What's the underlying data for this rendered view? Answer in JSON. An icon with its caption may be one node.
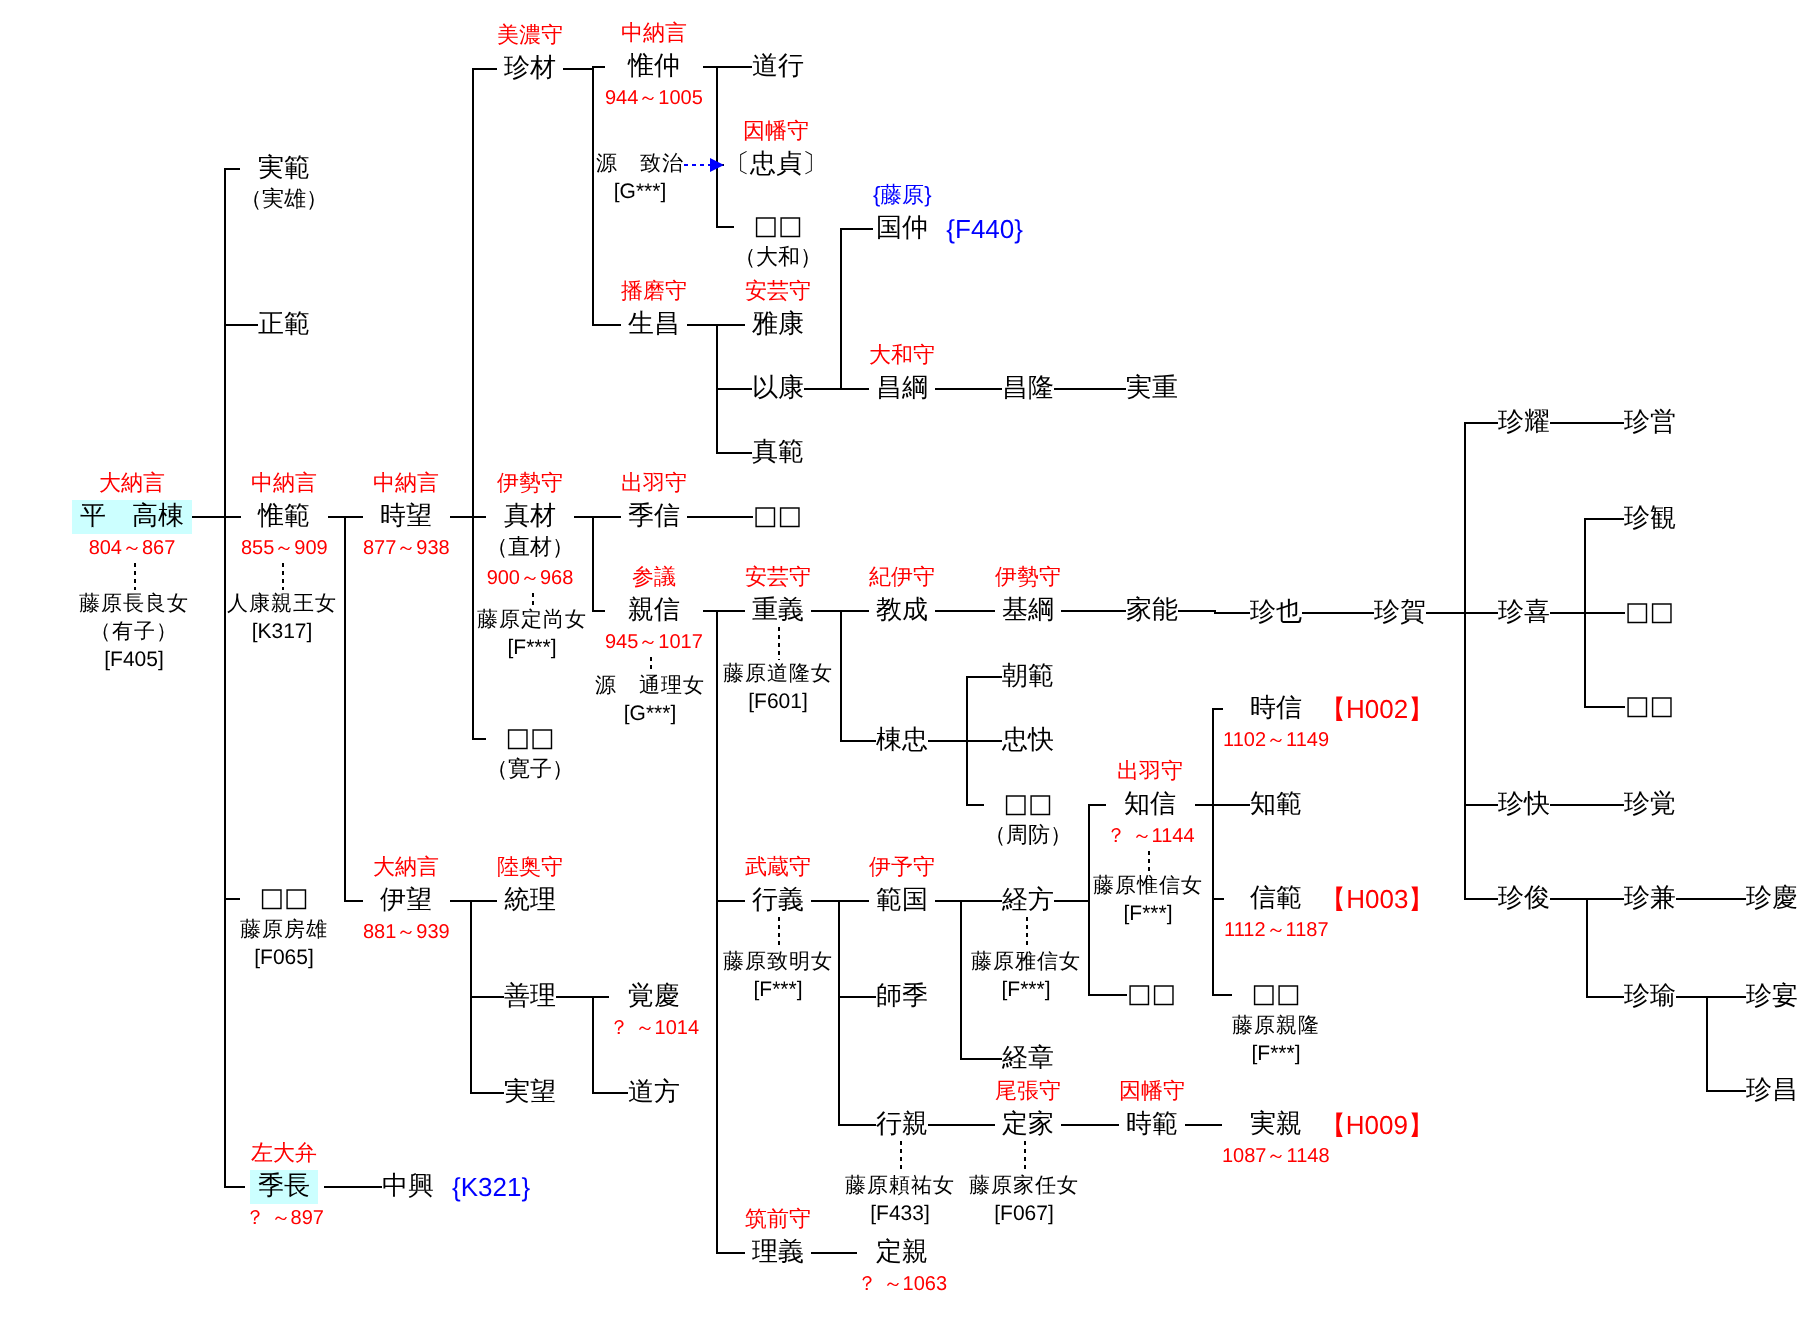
{
  "diagram": {
    "nodes": [
      {
        "text": [
          "大納言",
          "平　高棟",
          "804～867"
        ]
      },
      {
        "text": [
          "藤原長良女",
          "（有子）",
          "[F405]"
        ]
      },
      {
        "text": [
          "実範",
          "（実雄）"
        ]
      },
      {
        "text": [
          "正範"
        ]
      },
      {
        "text": [
          "中納言",
          "惟範",
          "855～909"
        ]
      },
      {
        "text": [
          "人康親王女",
          "[K317]"
        ]
      },
      {
        "text": [
          "中納言",
          "時望",
          "877～938"
        ]
      },
      {
        "text": [
          "美濃守",
          "珍材"
        ]
      },
      {
        "text": [
          "中納言",
          "惟仲",
          "944～1005"
        ]
      },
      {
        "text": [
          "道行"
        ]
      },
      {
        "text": [
          "源　致治",
          "[G***]"
        ]
      },
      {
        "text": [
          "因幡守",
          "〔忠貞〕"
        ]
      },
      {
        "text": [
          "□□",
          "（大和）"
        ]
      },
      {
        "text": [
          "播磨守",
          "生昌"
        ]
      },
      {
        "text": [
          "安芸守",
          "雅康"
        ]
      },
      {
        "text": [
          "以康"
        ]
      },
      {
        "text": [
          "{藤原}",
          "国仲"
        ],
        "beside": [
          "{F440}"
        ]
      },
      {
        "text": [
          "大和守",
          "昌綱"
        ]
      },
      {
        "text": [
          "昌隆"
        ]
      },
      {
        "text": [
          "実重"
        ]
      },
      {
        "text": [
          "真範"
        ]
      },
      {
        "text": [
          "伊勢守",
          "真材",
          "（直材）",
          "900～968"
        ]
      },
      {
        "text": [
          "藤原定尚女",
          "[F***]"
        ]
      },
      {
        "text": [
          "出羽守",
          "季信"
        ]
      },
      {
        "text": [
          "□□"
        ]
      },
      {
        "text": [
          "参議",
          "親信",
          "945～1017"
        ]
      },
      {
        "text": [
          "源　通理女",
          "[G***]"
        ]
      },
      {
        "text": [
          "安芸守",
          "重義"
        ]
      },
      {
        "text": [
          "藤原道隆女",
          "[F601]"
        ]
      },
      {
        "text": [
          "紀伊守",
          "教成"
        ]
      },
      {
        "text": [
          "伊勢守",
          "基綱"
        ]
      },
      {
        "text": [
          "家能"
        ]
      },
      {
        "text": [
          "珍也"
        ]
      },
      {
        "text": [
          "珍賀"
        ]
      },
      {
        "text": [
          "珍耀"
        ]
      },
      {
        "text": [
          "珍営"
        ]
      },
      {
        "text": [
          "珍喜"
        ]
      },
      {
        "text": [
          "珍観"
        ]
      },
      {
        "text": [
          "□□"
        ]
      },
      {
        "text": [
          "□□"
        ]
      },
      {
        "text": [
          "珍快"
        ]
      },
      {
        "text": [
          "珍覚"
        ]
      },
      {
        "text": [
          "珍俊"
        ]
      },
      {
        "text": [
          "珍兼"
        ]
      },
      {
        "text": [
          "珍慶"
        ]
      },
      {
        "text": [
          "珍瑜"
        ]
      },
      {
        "text": [
          "珍宴"
        ]
      },
      {
        "text": [
          "珍昌"
        ]
      },
      {
        "text": [
          "棟忠"
        ]
      },
      {
        "text": [
          "朝範"
        ]
      },
      {
        "text": [
          "忠快"
        ]
      },
      {
        "text": [
          "□□",
          "（周防）"
        ]
      },
      {
        "text": [
          "武蔵守",
          "行義"
        ]
      },
      {
        "text": [
          "藤原致明女",
          "[F***]"
        ]
      },
      {
        "text": [
          "伊予守",
          "範国"
        ]
      },
      {
        "text": [
          "経方"
        ]
      },
      {
        "text": [
          "藤原雅信女",
          "[F***]"
        ]
      },
      {
        "text": [
          "出羽守",
          "知信",
          "？ ～1144"
        ]
      },
      {
        "text": [
          "藤原惟信女",
          "[F***]"
        ]
      },
      {
        "text": [
          "時信",
          "1102～1149"
        ],
        "beside": [
          "【H002】"
        ]
      },
      {
        "text": [
          "知範"
        ]
      },
      {
        "text": [
          "信範",
          "1112～1187"
        ],
        "beside": [
          "【H003】"
        ]
      },
      {
        "text": [
          "□□",
          "藤原親隆",
          "[F***]"
        ]
      },
      {
        "text": [
          "□□"
        ]
      },
      {
        "text": [
          "経章"
        ]
      },
      {
        "text": [
          "師季"
        ]
      },
      {
        "text": [
          "行親"
        ]
      },
      {
        "text": [
          "藤原頼祐女",
          "[F433]"
        ]
      },
      {
        "text": [
          "尾張守",
          "定家"
        ]
      },
      {
        "text": [
          "藤原家任女",
          "[F067]"
        ]
      },
      {
        "text": [
          "因幡守",
          "時範"
        ]
      },
      {
        "text": [
          "実親",
          "1087～1148"
        ],
        "beside": [
          "【H009】"
        ]
      },
      {
        "text": [
          "筑前守",
          "理義"
        ]
      },
      {
        "text": [
          "定親",
          "？ ～1063"
        ]
      },
      {
        "text": [
          "□□",
          "（寛子）"
        ]
      },
      {
        "text": [
          "大納言",
          "伊望",
          "881～939"
        ]
      },
      {
        "text": [
          "陸奥守",
          "統理"
        ]
      },
      {
        "text": [
          "善理"
        ]
      },
      {
        "text": [
          "覚慶",
          "？ ～1014"
        ]
      },
      {
        "text": [
          "道方"
        ]
      },
      {
        "text": [
          "実望"
        ]
      },
      {
        "text": [
          "□□",
          "藤原房雄",
          "[F065]"
        ]
      },
      {
        "text": [
          "左大弁",
          "季長",
          "？ ～897"
        ]
      },
      {
        "text": [
          "中興"
        ],
        "beside": [
          "{K321}"
        ]
      }
    ],
    "edges": [
      {
        "from": 0,
        "to": 1,
        "arrow": "none",
        "style": "dashed"
      },
      {
        "from": 0,
        "to": 2,
        "arrow": "none"
      },
      {
        "from": 0,
        "to": 3,
        "arrow": "none"
      },
      {
        "from": 0,
        "to": 4,
        "arrow": "none"
      },
      {
        "from": 0,
        "to": 81,
        "arrow": "none"
      },
      {
        "from": 0,
        "to": 82,
        "arrow": "none"
      },
      {
        "from": 4,
        "to": 5,
        "arrow": "none",
        "style": "dashed"
      },
      {
        "from": 4,
        "to": 6,
        "arrow": "none"
      },
      {
        "from": 4,
        "to": 75,
        "arrow": "none"
      },
      {
        "from": 6,
        "to": 7,
        "arrow": "none"
      },
      {
        "from": 6,
        "to": 21,
        "arrow": "none"
      },
      {
        "from": 6,
        "to": 74,
        "arrow": "none"
      },
      {
        "from": 7,
        "to": 8,
        "arrow": "none"
      },
      {
        "from": 7,
        "to": 13,
        "arrow": "none"
      },
      {
        "from": 8,
        "to": 9,
        "arrow": "none"
      },
      {
        "from": 8,
        "to": 11,
        "arrow": "none"
      },
      {
        "from": 8,
        "to": 12,
        "arrow": "none"
      },
      {
        "from": 10,
        "to": 11,
        "arrow": "to",
        "style": "dashed",
        "color": "#0000ff"
      },
      {
        "from": 13,
        "to": 14,
        "arrow": "none"
      },
      {
        "from": 13,
        "to": 15,
        "arrow": "none"
      },
      {
        "from": 13,
        "to": 20,
        "arrow": "none"
      },
      {
        "from": 15,
        "to": 16,
        "arrow": "none"
      },
      {
        "from": 15,
        "to": 17,
        "arrow": "none"
      },
      {
        "from": 17,
        "to": 18,
        "arrow": "none"
      },
      {
        "from": 18,
        "to": 19,
        "arrow": "none"
      },
      {
        "from": 21,
        "to": 22,
        "arrow": "none",
        "style": "dashed"
      },
      {
        "from": 21,
        "to": 23,
        "arrow": "none"
      },
      {
        "from": 21,
        "to": 25,
        "arrow": "none"
      },
      {
        "from": 23,
        "to": 24,
        "arrow": "none"
      },
      {
        "from": 25,
        "to": 26,
        "arrow": "none",
        "style": "dashed"
      },
      {
        "from": 25,
        "to": 27,
        "arrow": "none"
      },
      {
        "from": 25,
        "to": 52,
        "arrow": "none"
      },
      {
        "from": 25,
        "to": 72,
        "arrow": "none"
      },
      {
        "from": 27,
        "to": 28,
        "arrow": "none",
        "style": "dashed"
      },
      {
        "from": 27,
        "to": 29,
        "arrow": "none"
      },
      {
        "from": 27,
        "to": 48,
        "arrow": "none"
      },
      {
        "from": 29,
        "to": 30,
        "arrow": "none"
      },
      {
        "from": 30,
        "to": 31,
        "arrow": "none"
      },
      {
        "from": 31,
        "to": 32,
        "arrow": "none"
      },
      {
        "from": 32,
        "to": 33,
        "arrow": "none"
      },
      {
        "from": 33,
        "to": 34,
        "arrow": "none"
      },
      {
        "from": 33,
        "to": 36,
        "arrow": "none"
      },
      {
        "from": 33,
        "to": 40,
        "arrow": "none"
      },
      {
        "from": 33,
        "to": 42,
        "arrow": "none"
      },
      {
        "from": 34,
        "to": 35,
        "arrow": "none"
      },
      {
        "from": 36,
        "to": 37,
        "arrow": "none"
      },
      {
        "from": 36,
        "to": 38,
        "arrow": "none"
      },
      {
        "from": 36,
        "to": 39,
        "arrow": "none"
      },
      {
        "from": 40,
        "to": 41,
        "arrow": "none"
      },
      {
        "from": 42,
        "to": 43,
        "arrow": "none"
      },
      {
        "from": 42,
        "to": 45,
        "arrow": "none"
      },
      {
        "from": 43,
        "to": 44,
        "arrow": "none"
      },
      {
        "from": 45,
        "to": 46,
        "arrow": "none"
      },
      {
        "from": 45,
        "to": 47,
        "arrow": "none"
      },
      {
        "from": 48,
        "to": 49,
        "arrow": "none"
      },
      {
        "from": 48,
        "to": 50,
        "arrow": "none"
      },
      {
        "from": 48,
        "to": 51,
        "arrow": "none"
      },
      {
        "from": 52,
        "to": 53,
        "arrow": "none",
        "style": "dashed"
      },
      {
        "from": 52,
        "to": 54,
        "arrow": "none"
      },
      {
        "from": 52,
        "to": 65,
        "arrow": "none"
      },
      {
        "from": 52,
        "to": 66,
        "arrow": "none"
      },
      {
        "from": 54,
        "to": 55,
        "arrow": "none"
      },
      {
        "from": 54,
        "to": 64,
        "arrow": "none"
      },
      {
        "from": 55,
        "to": 56,
        "arrow": "none",
        "style": "dashed"
      },
      {
        "from": 55,
        "to": 57,
        "arrow": "none"
      },
      {
        "from": 55,
        "to": 63,
        "arrow": "none"
      },
      {
        "from": 57,
        "to": 58,
        "arrow": "none",
        "style": "dashed"
      },
      {
        "from": 57,
        "to": 59,
        "arrow": "none"
      },
      {
        "from": 57,
        "to": 60,
        "arrow": "none"
      },
      {
        "from": 57,
        "to": 61,
        "arrow": "none"
      },
      {
        "from": 57,
        "to": 62,
        "arrow": "none"
      },
      {
        "from": 66,
        "to": 67,
        "arrow": "none",
        "style": "dashed"
      },
      {
        "from": 66,
        "to": 68,
        "arrow": "none"
      },
      {
        "from": 68,
        "to": 69,
        "arrow": "none",
        "style": "dashed"
      },
      {
        "from": 68,
        "to": 70,
        "arrow": "none"
      },
      {
        "from": 70,
        "to": 71,
        "arrow": "none"
      },
      {
        "from": 72,
        "to": 73,
        "arrow": "none"
      },
      {
        "from": 75,
        "to": 76,
        "arrow": "none"
      },
      {
        "from": 75,
        "to": 77,
        "arrow": "none"
      },
      {
        "from": 75,
        "to": 80,
        "arrow": "none"
      },
      {
        "from": 77,
        "to": 78,
        "arrow": "none"
      },
      {
        "from": 77,
        "to": 79,
        "arrow": "none"
      },
      {
        "from": 82,
        "to": 83,
        "arrow": "none"
      }
    ]
  }
}
